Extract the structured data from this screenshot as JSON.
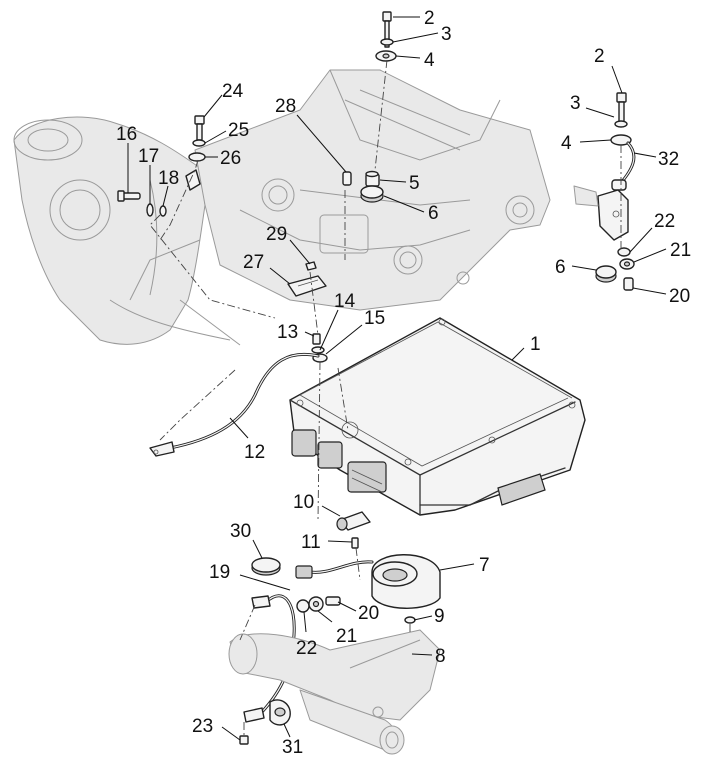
{
  "diagram": {
    "labels": {
      "l1": "1",
      "l2a": "2",
      "l3a": "3",
      "l4a": "4",
      "l5": "5",
      "l6a": "6",
      "l2b": "2",
      "l3b": "3",
      "l4b": "4",
      "l32": "32",
      "l22a": "22",
      "l21a": "21",
      "l6b": "6",
      "l20a": "20",
      "l24": "24",
      "l25": "25",
      "l26": "26",
      "l28": "28",
      "l16": "16",
      "l17": "17",
      "l18": "18",
      "l29": "29",
      "l27": "27",
      "l14": "14",
      "l13": "13",
      "l15": "15",
      "l12": "12",
      "l10": "10",
      "l11": "11",
      "l30": "30",
      "l7": "7",
      "l19": "19",
      "l20b": "20",
      "l21b": "21",
      "l22b": "22",
      "l9": "9",
      "l8": "8",
      "l23": "23",
      "l31": "31"
    }
  }
}
